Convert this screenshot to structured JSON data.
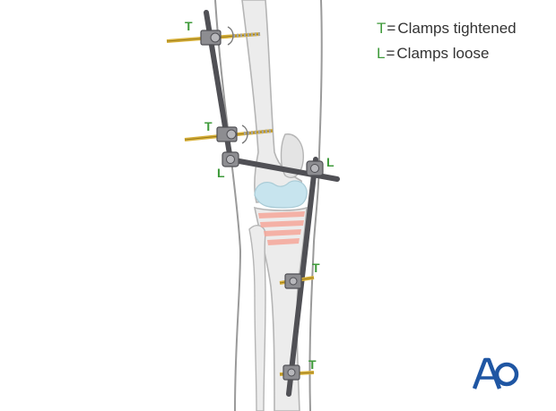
{
  "colors": {
    "label_green": "#3e9a3a",
    "bone_fill": "#ececec",
    "bone_outline": "#b5b5b5",
    "leg_outline": "#9a9a9a",
    "cartilage": "#c7e4ee",
    "osteotomy": "#f6a79a",
    "rod": "#505055",
    "pin_gold": "#d8b13c",
    "clamp": "#8d8d91",
    "ao_blue": "#1f56a3"
  },
  "clamp_labels": {
    "upper_tightened": "T",
    "middle_tightened": "T",
    "left_loose": "L",
    "right_loose": "L",
    "lower_tightened_1": "T",
    "lower_tightened_2": "T"
  },
  "legend": {
    "items": [
      {
        "letter": "T",
        "separator": "=",
        "text": "Clamps tightened"
      },
      {
        "letter": "L",
        "separator": "=",
        "text": "Clamps loose"
      }
    ]
  },
  "logo": {
    "text": "AO",
    "icon": "ao-logo"
  }
}
